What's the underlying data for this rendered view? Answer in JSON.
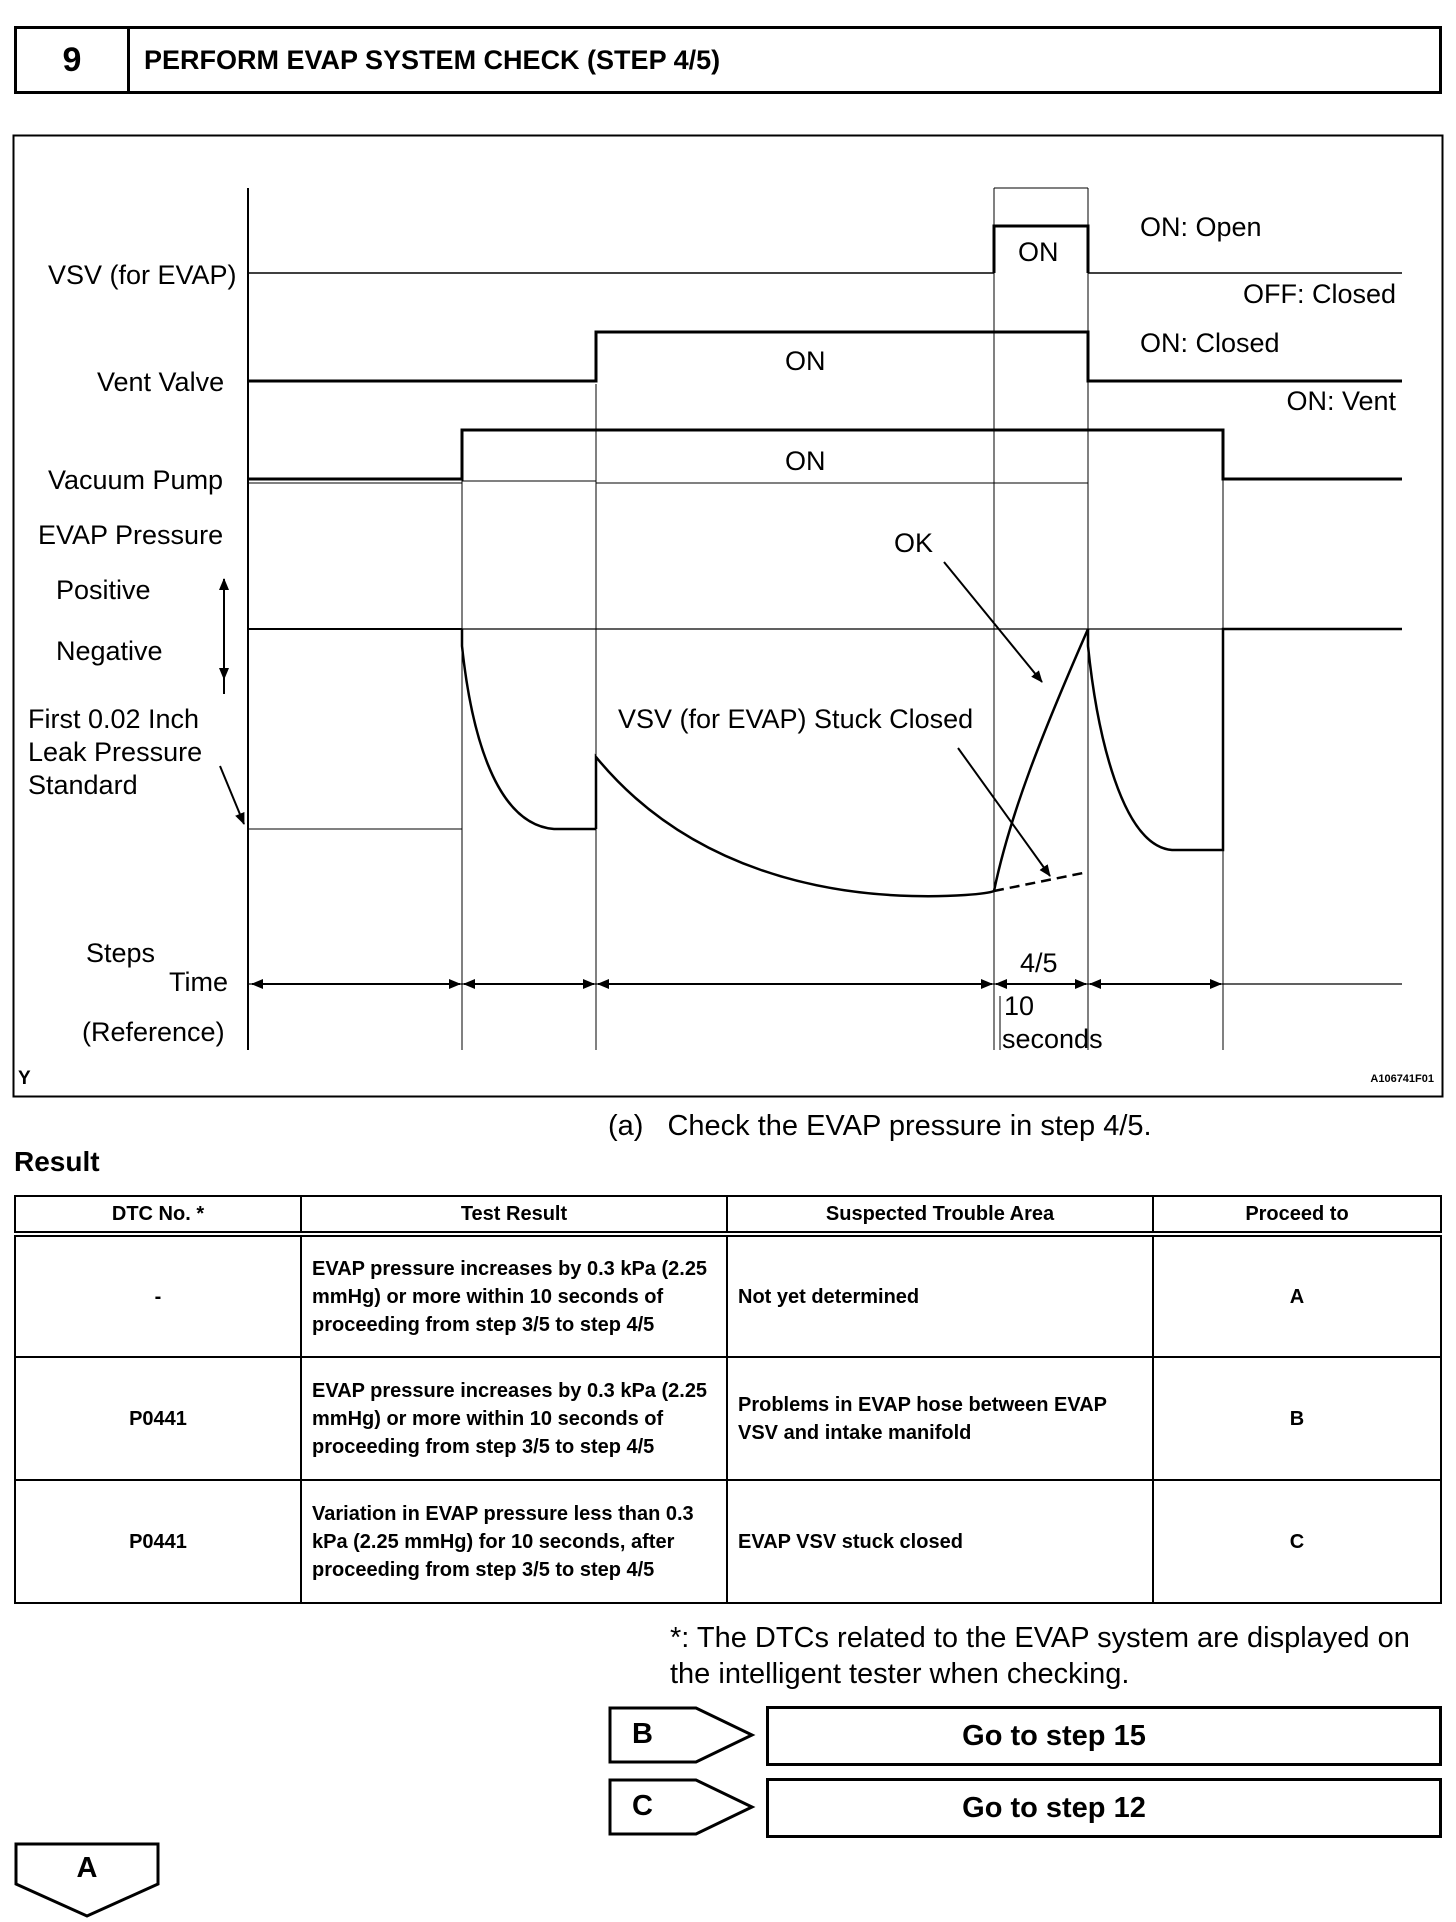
{
  "header": {
    "step_number": "9",
    "title": "PERFORM EVAP SYSTEM CHECK (STEP 4/5)"
  },
  "figure": {
    "row_labels": {
      "vsv": "VSV (for EVAP)",
      "vent_valve": "Vent Valve",
      "vacuum_pump": "Vacuum Pump",
      "evap_pressure": "EVAP Pressure",
      "positive": "Positive",
      "negative": "Negative",
      "leak_std_1": "First 0.02 Inch",
      "leak_std_2": "Leak Pressure",
      "leak_std_3": "Standard",
      "steps": "Steps",
      "time": "Time",
      "reference": "(Reference)"
    },
    "signal_labels": {
      "vsv_on": "ON",
      "vent_on": "ON",
      "pump_on": "ON",
      "vsv_on_state": "ON: Open",
      "vsv_off_state": "OFF: Closed",
      "vent_on_state": "ON: Closed",
      "vent_off_state": "ON: Vent"
    },
    "annotations": {
      "ok": "OK",
      "stuck": "VSV (for EVAP) Stuck Closed",
      "step": "4/5",
      "duration_value": "10",
      "duration_unit": "seconds"
    },
    "corner_left": "Y",
    "figure_id": "A106741F01"
  },
  "instruction": {
    "label": "(a)",
    "text": "Check the EVAP pressure in step 4/5."
  },
  "result": {
    "heading": "Result",
    "columns": [
      "DTC No. *",
      "Test Result",
      "Suspected Trouble Area",
      "Proceed to"
    ],
    "rows": [
      {
        "dtc": "-",
        "test_result": "EVAP pressure increases by 0.3 kPa (2.25 mmHg) or more within 10 seconds of proceeding from step 3/5 to step 4/5",
        "area": "Not yet determined",
        "proceed": "A"
      },
      {
        "dtc": "P0441",
        "test_result": "EVAP pressure increases by 0.3 kPa (2.25 mmHg) or more within 10 seconds of proceeding from step 3/5 to step 4/5",
        "area": "Problems in EVAP hose between EVAP VSV and intake manifold",
        "proceed": "B"
      },
      {
        "dtc": "P0441",
        "test_result": "Variation in EVAP pressure less than 0.3 kPa (2.25 mmHg) for 10 seconds, after proceeding from step 3/5 to step 4/5",
        "area": "EVAP VSV stuck closed",
        "proceed": "C"
      }
    ]
  },
  "footnote": "*: The DTCs related to the EVAP system are displayed on the intelligent tester when checking.",
  "navigation": {
    "b_code": "B",
    "b_target": "Go to step 15",
    "c_code": "C",
    "c_target": "Go to step 12",
    "a_code": "A"
  }
}
